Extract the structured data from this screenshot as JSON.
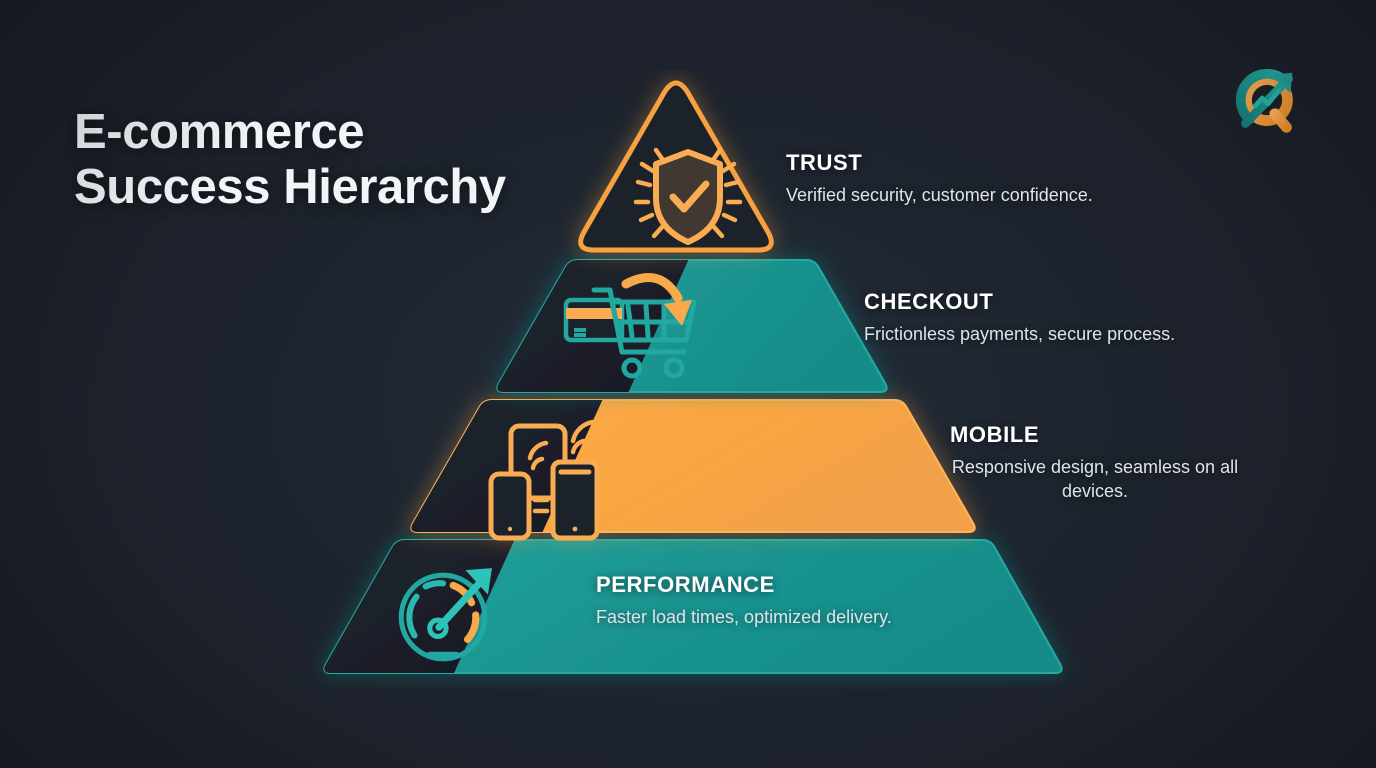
{
  "page": {
    "title_line1": "E-commerce",
    "title_line2": "Success Hierarchy",
    "background_color": "#1d212b"
  },
  "brand": {
    "logo_name": "q-growth-arrow-logo",
    "logo_primary_color": "#f7a140",
    "logo_secondary_color": "#1a9490"
  },
  "theme": {
    "teal": "#1a9490",
    "teal_light": "#21a7a1",
    "orange": "#f7a140",
    "orange_light": "#ffb45c",
    "panel_dark": "#1c2029",
    "text_primary": "#ffffff",
    "text_secondary": "#dfe3ea"
  },
  "chart_data": {
    "type": "pyramid",
    "title": "E-commerce Success Hierarchy",
    "orientation": "bottom-to-top",
    "levels": [
      {
        "rank": 1,
        "position": "apex",
        "label": "TRUST",
        "description": "Verified security, customer confidence.",
        "icon": "shield-check-icon",
        "accent_color": "#f7a140",
        "fill_style": "outline",
        "width_pct": 22
      },
      {
        "rank": 2,
        "position": "upper-middle",
        "label": "CHECKOUT",
        "description": "Frictionless payments, secure process.",
        "icon": "shopping-cart-card-icon",
        "accent_color": "#1a9490",
        "fill_style": "solid",
        "width_pct": 47
      },
      {
        "rank": 3,
        "position": "lower-middle",
        "label": "MOBILE",
        "description": "Responsive design, seamless on all devices.",
        "description_line1": "Responsive design, seamless",
        "description_line2": "on all devices.",
        "icon": "multi-device-wifi-icon",
        "accent_color": "#f7a140",
        "fill_style": "solid",
        "width_pct": 73
      },
      {
        "rank": 4,
        "position": "base",
        "label": "PERFORMANCE",
        "description": "Faster load times, optimized delivery.",
        "icon": "speedometer-arrow-icon",
        "accent_color": "#1a9490",
        "fill_style": "solid",
        "width_pct": 100
      }
    ]
  }
}
